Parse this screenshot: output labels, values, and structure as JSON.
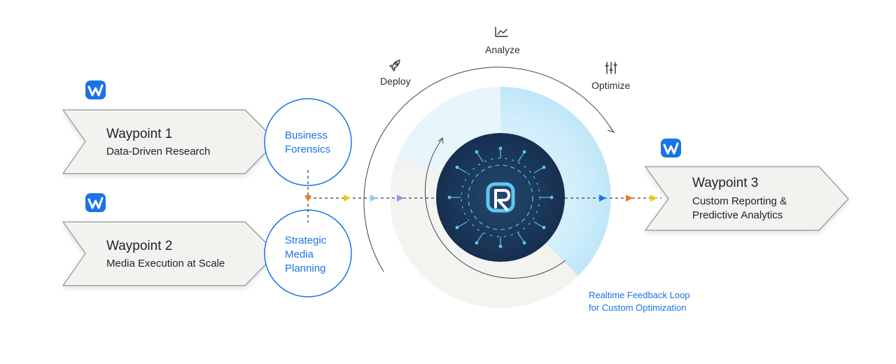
{
  "waypoints": [
    {
      "title": "Waypoint 1",
      "subtitle_lines": [
        "Data-Driven Research"
      ]
    },
    {
      "title": "Waypoint 2",
      "subtitle_lines": [
        "Media Execution at Scale"
      ]
    },
    {
      "title": "Waypoint 3",
      "subtitle_lines": [
        "Custom Reporting &",
        "Predictive Analytics"
      ]
    }
  ],
  "bubbles": [
    {
      "lines": [
        "Business",
        "Forensics"
      ]
    },
    {
      "lines": [
        "Strategic",
        "Media",
        "Planning"
      ]
    }
  ],
  "loop_stages": [
    {
      "label": "Deploy",
      "icon": "rocket-icon"
    },
    {
      "label": "Analyze",
      "icon": "line-chart-icon"
    },
    {
      "label": "Optimize",
      "icon": "sliders-icon"
    }
  ],
  "feedback_label_lines": [
    "Realtime Feedback Loop",
    "for Custom Optimization"
  ],
  "colors": {
    "accent_blue": "#1a73e8",
    "logo_blue": "#1a73e8",
    "core_navy": "#1d3a5c",
    "circuit_cyan": "#5cc8f0",
    "arrow_orange": "#f07a1e",
    "arrow_yellow": "#f5c518",
    "arrow_purple": "#a98cf0",
    "arrow_light_blue": "#8fd0f2",
    "panel_fill": "#f2f2ef",
    "ring_light": "#f3f3f0",
    "ring_blue": "#bfe6f8"
  }
}
